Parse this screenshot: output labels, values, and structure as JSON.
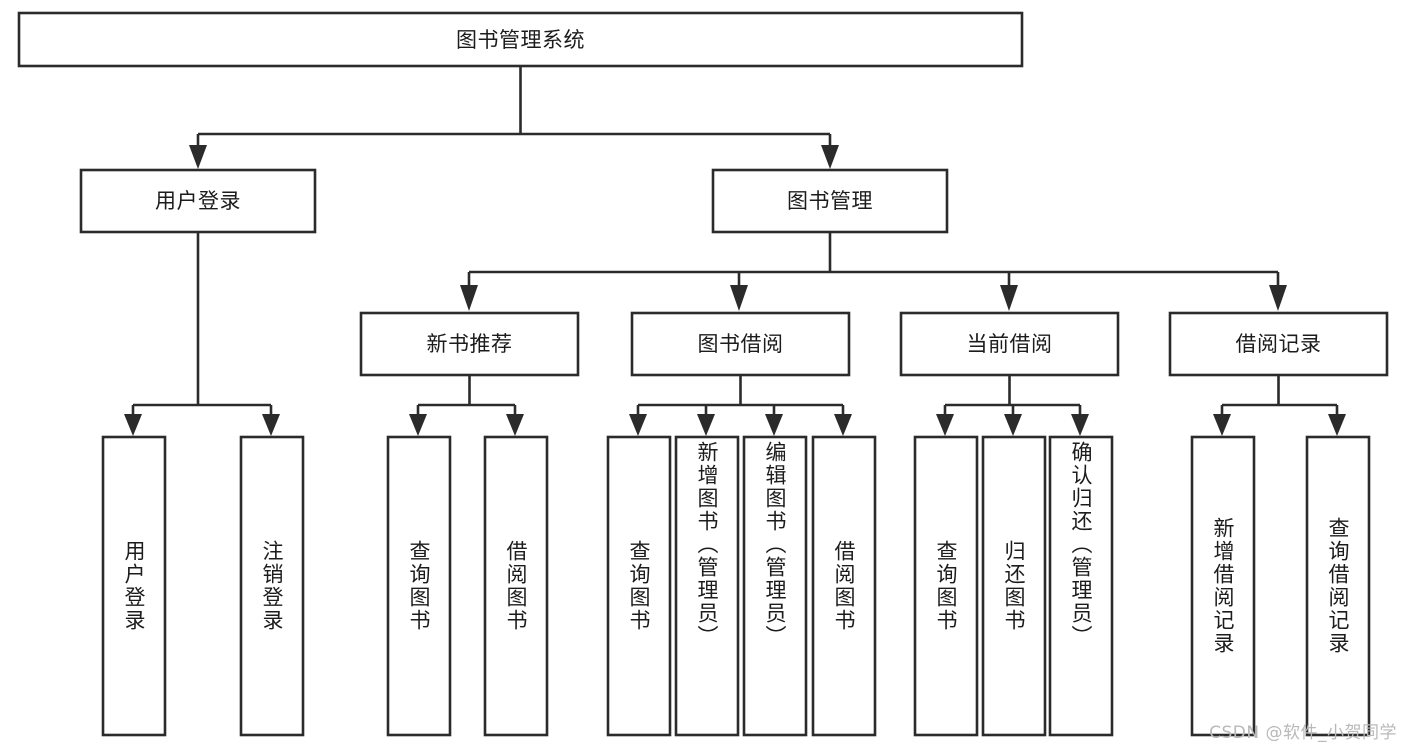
{
  "diagram": {
    "title": "图书管理系统",
    "type": "tree-hierarchy",
    "root": {
      "id": "root",
      "label": "图书管理系统"
    },
    "level2": [
      {
        "id": "user-login",
        "label": "用户登录"
      },
      {
        "id": "book-manage",
        "label": "图书管理"
      }
    ],
    "level3": [
      {
        "id": "new-book-recommend",
        "label": "新书推荐",
        "parent": "book-manage"
      },
      {
        "id": "book-borrow",
        "label": "图书借阅",
        "parent": "book-manage"
      },
      {
        "id": "current-borrow",
        "label": "当前借阅",
        "parent": "book-manage"
      },
      {
        "id": "borrow-record",
        "label": "借阅记录",
        "parent": "book-manage"
      }
    ],
    "leaves": [
      {
        "id": "leaf-user-login",
        "label": "用户登录",
        "parent": "user-login"
      },
      {
        "id": "leaf-user-logout",
        "label": "注销登录",
        "parent": "user-login"
      },
      {
        "id": "leaf-query-book-1",
        "label": "查询图书",
        "parent": "new-book-recommend"
      },
      {
        "id": "leaf-borrow-book-1",
        "label": "借阅图书",
        "parent": "new-book-recommend"
      },
      {
        "id": "leaf-query-book-2",
        "label": "查询图书",
        "parent": "book-borrow"
      },
      {
        "id": "leaf-add-book",
        "label": "新增图书（管理员）",
        "parent": "book-borrow"
      },
      {
        "id": "leaf-edit-book",
        "label": "编辑图书（管理员）",
        "parent": "book-borrow"
      },
      {
        "id": "leaf-borrow-book-2",
        "label": "借阅图书",
        "parent": "book-borrow"
      },
      {
        "id": "leaf-query-book-3",
        "label": "查询图书",
        "parent": "current-borrow"
      },
      {
        "id": "leaf-return-book",
        "label": "归还图书",
        "parent": "current-borrow"
      },
      {
        "id": "leaf-confirm-return",
        "label": "确认归还（管理员）",
        "parent": "current-borrow"
      },
      {
        "id": "leaf-add-record",
        "label": "新增借阅记录",
        "parent": "borrow-record"
      },
      {
        "id": "leaf-query-record",
        "label": "查询借阅记录",
        "parent": "borrow-record"
      }
    ],
    "colors": {
      "stroke": "#2b2b2b",
      "fill": "#ffffff",
      "text": "#1c1c1c",
      "background": "#ffffff",
      "watermark": "#b9b9b9"
    }
  },
  "watermark": {
    "text": "CSDN @软件_小贺同学"
  }
}
